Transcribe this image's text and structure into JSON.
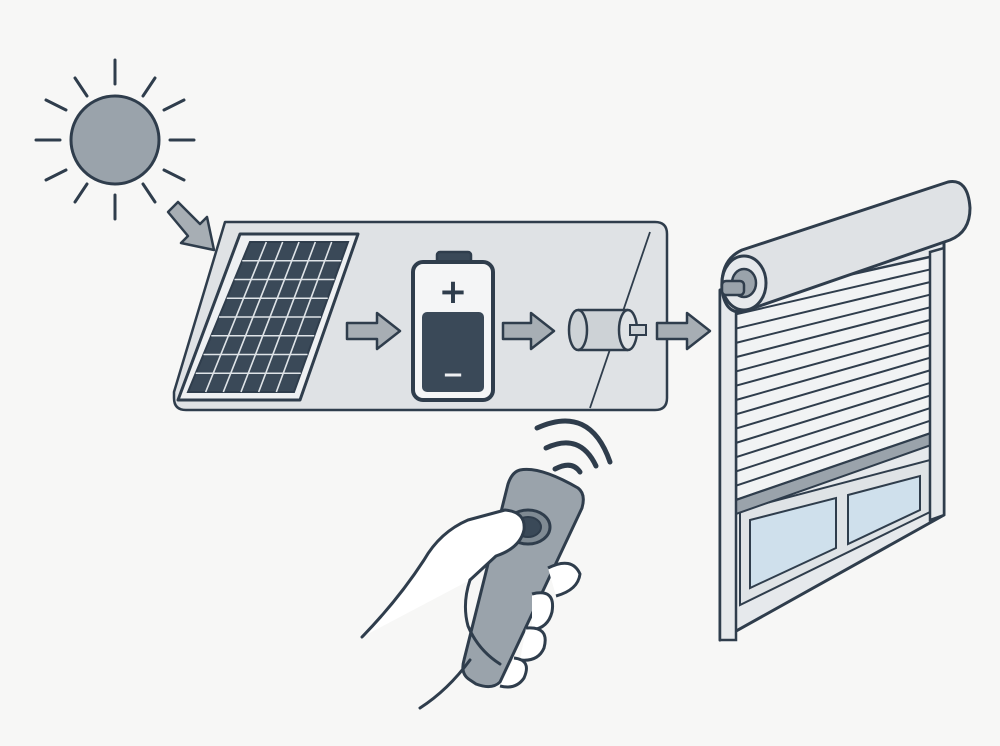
{
  "diagram": {
    "description_text": "",
    "components": [
      {
        "id": "sun",
        "icon": "sun-icon"
      },
      {
        "id": "solar-panel",
        "icon": "solar-panel-icon"
      },
      {
        "id": "battery",
        "icon": "battery-icon",
        "terminal_label": "+",
        "negative_label": "−"
      },
      {
        "id": "motor",
        "icon": "motor-icon"
      },
      {
        "id": "roller-shutter",
        "icon": "roller-shutter-icon"
      },
      {
        "id": "remote-control",
        "icon": "remote-control-icon"
      }
    ],
    "flow": [
      "sun",
      "solar-panel",
      "battery",
      "motor",
      "roller-shutter"
    ],
    "colors": {
      "outline": "#2f3d4c",
      "fill_gray": "#9aa3ab",
      "fill_light": "#e3e6e9",
      "panel_dark": "#3a4958",
      "panel_box": "#dfe2e5",
      "glass": "#cfe0ec",
      "background": "#f7f7f6"
    }
  }
}
